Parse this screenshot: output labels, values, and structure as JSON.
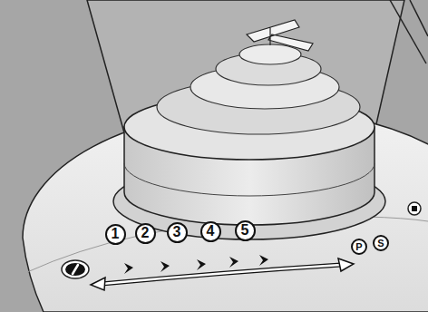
{
  "diagram": {
    "nodes": [
      {
        "text": [
          "1"
        ]
      },
      {
        "text": [
          "2"
        ]
      },
      {
        "text": [
          "3"
        ]
      },
      {
        "text": [
          "4"
        ]
      },
      {
        "text": [
          "5"
        ]
      },
      {
        "text": [
          "P"
        ]
      },
      {
        "text": [
          "S"
        ]
      }
    ]
  }
}
